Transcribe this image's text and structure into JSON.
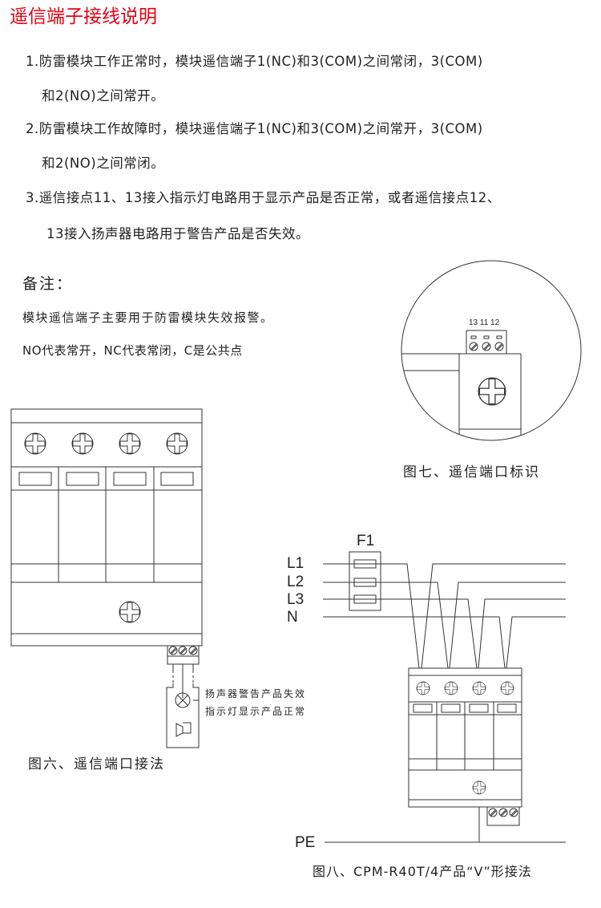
{
  "title": "遥信端子接线说明",
  "instructions": [
    "1.防雷模块工作正常时，模块遥信端子1(NC)和3(COM)之间常闭，3(COM)",
    "和2(NO)之间常开。",
    "2.防雷模块工作故障时，模块遥信端子1(NC)和3(COM)之间常开，3(COM)",
    "和2(NO)之间常闭。",
    "3.遥信接点11、13接入指示灯电路用于显示产品是否正常，或者遥信接点12、",
    "13接入扬声器电路用于警告产品是否失效。"
  ],
  "notes": {
    "heading": "备注：",
    "lines": [
      "模块遥信端子主要用于防雷模块失效报警。",
      "NO代表常开，NC代表常闭，C是公共点"
    ]
  },
  "figure6": {
    "speaker_label": "扬声器警告产品失效",
    "lamp_label": "指示灯显示产品正常",
    "caption": "图六、遥信端口接法"
  },
  "figure7": {
    "terminal_labels": "13 11 12",
    "caption": "图七、遥信端口标识"
  },
  "figure8": {
    "fuse_label": "F1",
    "lines": [
      "L1",
      "L2",
      "L3",
      "N"
    ],
    "pe_label": "PE",
    "caption": "图八、CPM-R40T/4产品“V”形接法"
  },
  "colors": {
    "title": "#e60012",
    "ink": "#231f20"
  }
}
